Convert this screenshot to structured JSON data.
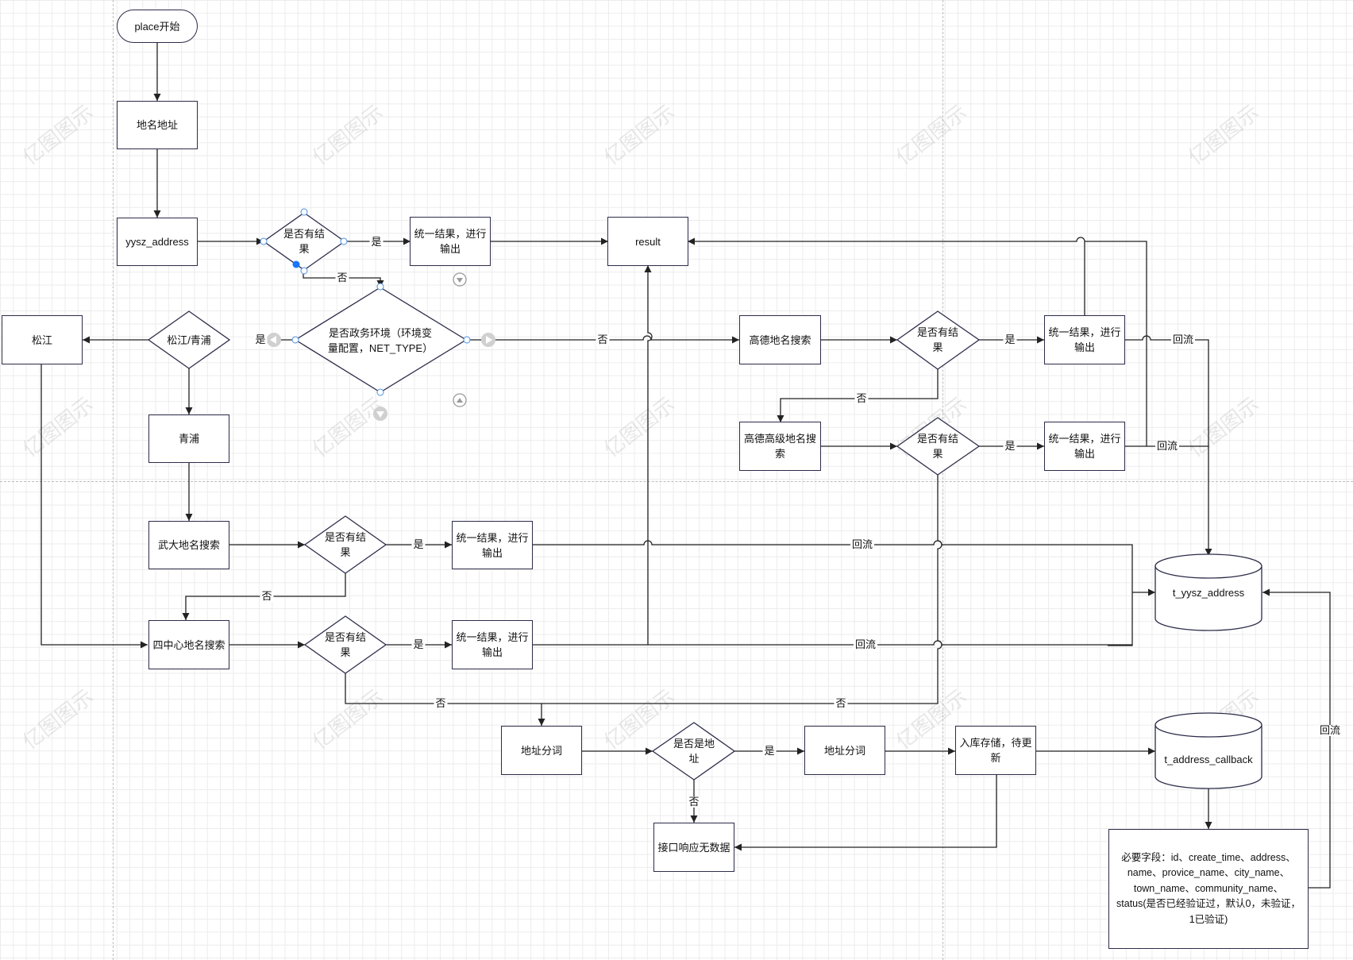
{
  "watermark": "亿图图示",
  "nodes": {
    "start": "place开始",
    "diming_dizhi": "地名地址",
    "yysz_address": "yysz_address",
    "check1": "是否有结果",
    "unify1": "统一结果，进行输出",
    "result": "result",
    "zhengwu": "是否政务环境（环境变量配置，NET_TYPE）",
    "songqing": "松江/青浦",
    "songjiang": "松江",
    "qingpu": "青浦",
    "gaode": "高德地名搜索",
    "check_gaode": "是否有结果",
    "unify_gaode": "统一结果，进行输出",
    "gaode_adv": "高德高级地名搜索",
    "check_gaode_adv": "是否有结果",
    "unify_gaode_adv": "统一结果，进行输出",
    "wuda": "武大地名搜索",
    "check_wuda": "是否有结果",
    "unify_wuda": "统一结果，进行输出",
    "sizhongxin": "四中心地名搜索",
    "check_szx": "是否有结果",
    "unify_szx": "统一结果，进行输出",
    "t_yysz": "t_yysz_address",
    "fenci1": "地址分词",
    "check_addr": "是否是地址",
    "fenci2": "地址分词",
    "store": "入库存储，待更新",
    "t_callback": "t_address_callback",
    "no_data": "接口响应无数据",
    "fields_note": "必要字段：id、create_time、address、name、provice_name、city_name、town_name、community_name、status(是否已经验证过，默认0，未验证，1已验证)"
  },
  "edge_labels": {
    "yes1": "是",
    "no1": "否",
    "yes_zw": "是",
    "no_zw": "否",
    "yes_gd": "是",
    "no_gd": "否",
    "yes_gda": "是",
    "huiliu_gd": "回流",
    "huiliu_gda": "回流",
    "yes_wd": "是",
    "huiliu_wd": "回流",
    "no_wd": "否",
    "yes_szx": "是",
    "huiliu_szx": "回流",
    "no_szx": "否",
    "no_gda": "否",
    "yes_addr": "是",
    "no_addr": "否",
    "huiliu_cb": "回流"
  }
}
